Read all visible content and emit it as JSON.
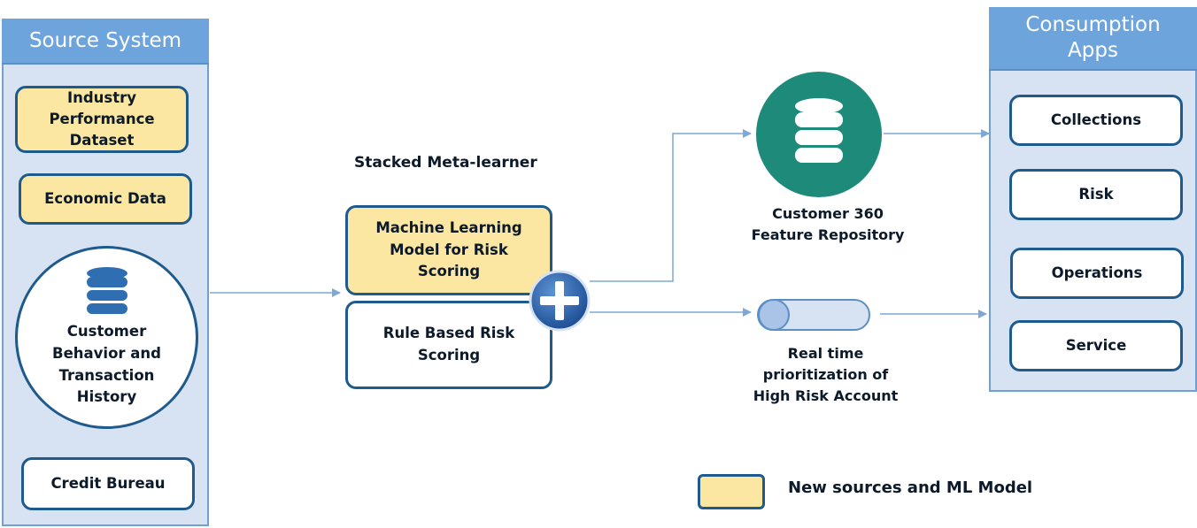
{
  "colors": {
    "panel_fill": "#d7e3f3",
    "panel_header": "#6ea4dc",
    "box_border": "#1f5a8c",
    "highlight_yellow": "#fbe6a2",
    "repository_teal": "#1e8a7a",
    "arrow": "#7ea8d6"
  },
  "source_system": {
    "title": "Source System",
    "industry_dataset": "Industry Performance Dataset",
    "economic_data": "Economic Data",
    "customer_behavior": "Customer Behavior and Transaction History",
    "credit_bureau": "Credit Bureau"
  },
  "meta_learner": {
    "title": "Stacked Meta-learner",
    "ml_model": "Machine Learning Model for Risk Scoring",
    "rule_based": "Rule Based Risk Scoring",
    "combine_icon": "plus-icon"
  },
  "repository": {
    "label": "Customer 360 Feature Repository",
    "icon": "database-icon"
  },
  "realtime": {
    "label": "Real time prioritization of High Risk Account",
    "icon": "pipe-icon"
  },
  "consumption": {
    "title": "Consumption Apps",
    "apps": [
      "Collections",
      "Risk",
      "Operations",
      "Service"
    ]
  },
  "legend": {
    "text": "New sources and ML Model"
  }
}
